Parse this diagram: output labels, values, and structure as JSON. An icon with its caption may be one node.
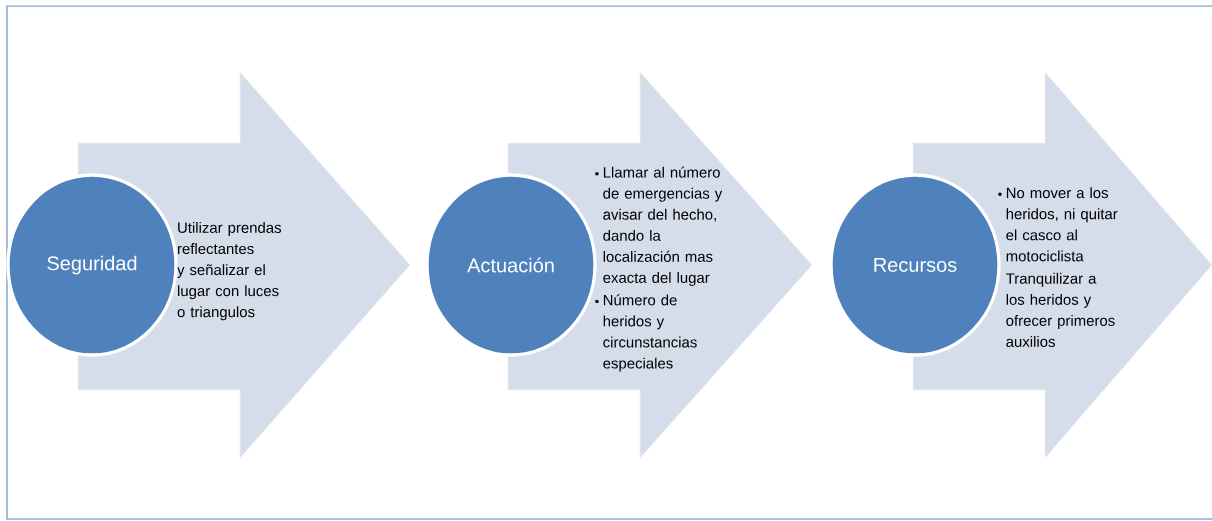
{
  "diagram": {
    "nodes": [
      {
        "text": [
          "Utilizar prendas reflectantes y señalizar el lugar con luces o triangulos"
        ]
      },
      {
        "text": [
          "Seguridad"
        ]
      },
      {
        "text": [
          "Llamar al número de emergencias y avisar del hecho, dando la localización mas exacta del lugar",
          "Número de heridos y circunstancias especiales"
        ]
      },
      {
        "text": [
          "Actuación"
        ]
      },
      {
        "text": [
          "No mover a los heridos, ni quitar el casco al motociclista",
          "Tranquilizar a los heridos y ofrecer primeros auxilios"
        ]
      },
      {
        "text": [
          "Recursos"
        ]
      }
    ],
    "edges": []
  }
}
